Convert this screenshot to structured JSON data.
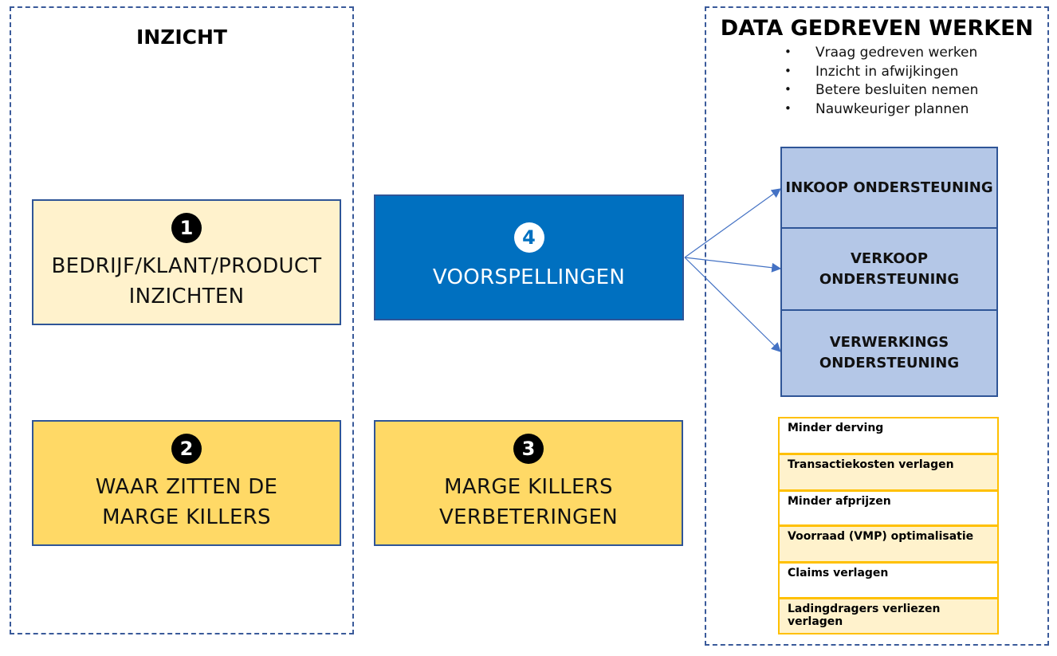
{
  "left_panel": {
    "title": "INZICHT"
  },
  "right_panel": {
    "title": "DATA GEDREVEN WERKEN",
    "bullets": [
      "Vraag gedreven werken",
      "Inzicht in afwijkingen",
      "Betere besluiten nemen",
      "Nauwkeuriger plannen"
    ]
  },
  "boxes": {
    "insights": {
      "number": "1",
      "line1": "BEDRIJF/KLANT/PRODUCT",
      "line2": "INZICHTEN",
      "color": "#fff2cc"
    },
    "margin_killers": {
      "number": "2",
      "line1": "WAAR ZITTEN DE",
      "line2": "MARGE KILLERS",
      "color": "#ffd966"
    },
    "improvements": {
      "number": "3",
      "line1": "MARGE KILLERS",
      "line2": "VERBETERINGEN",
      "color": "#ffd966"
    },
    "forecasts": {
      "number": "4",
      "line1": "VOORSPELLINGEN",
      "color": "#0070c0"
    }
  },
  "support": [
    {
      "line1": "INKOOP ONDERSTEUNING",
      "line2": ""
    },
    {
      "line1": "VERKOOP",
      "line2": "ONDERSTEUNING"
    },
    {
      "line1": "VERWERKINGS",
      "line2": "ONDERSTEUNING"
    }
  ],
  "benefits": [
    "Minder derving",
    "Transactiekosten verlagen",
    "Minder afprijzen",
    "Voorraad (VMP) optimalisatie",
    "Claims verlagen",
    "Ladingdragers verliezen verlagen"
  ],
  "colors": {
    "frame_border": "#3a5a9a",
    "support_fill": "#b4c7e7",
    "support_border": "#2f5597",
    "benefit_border": "#ffc000",
    "benefit_alt_fill": "#fff2cc",
    "arrow": "#4472c4"
  }
}
